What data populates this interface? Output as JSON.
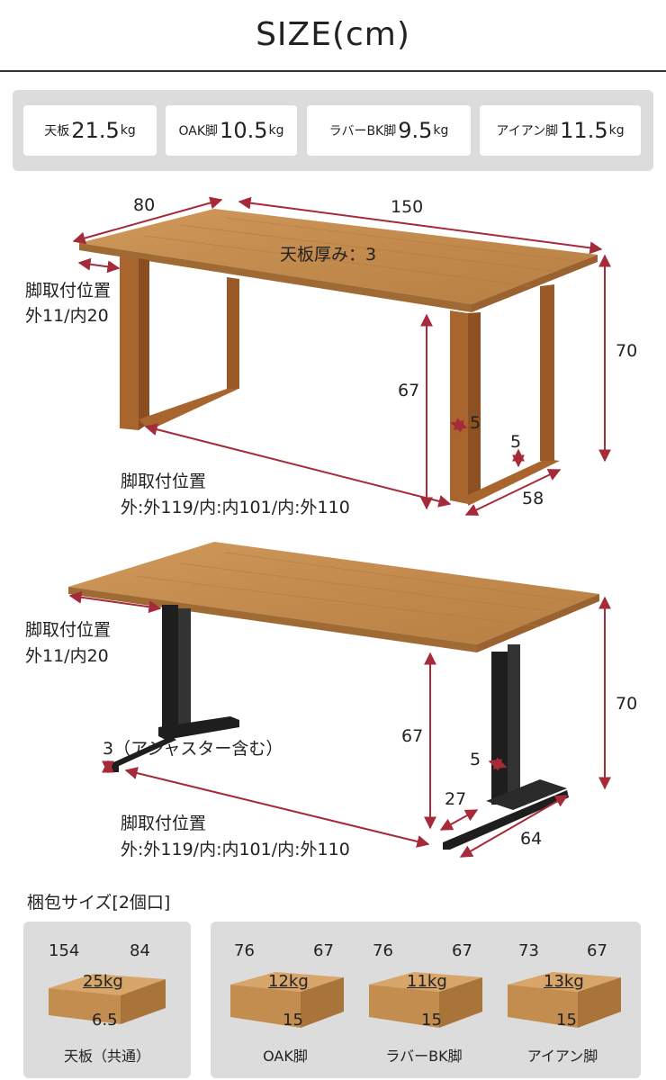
{
  "title": "SIZE(cm)",
  "weights": [
    {
      "label": "天板",
      "value": "21.5",
      "unit": "kg"
    },
    {
      "label": "OAK脚",
      "value": "10.5",
      "unit": "kg"
    },
    {
      "label": "ラバーBK脚",
      "value": "9.5",
      "unit": "kg"
    },
    {
      "label": "アイアン脚",
      "value": "11.5",
      "unit": "kg"
    }
  ],
  "diagram1": {
    "width_depth": "80",
    "width_length": "150",
    "top_thickness": "天板厚み：3",
    "mount_label": "脚取付位置",
    "mount_side": "外11/内20",
    "mount_front_label": "脚取付位置",
    "mount_front": "外:外119/内:内101/内:外110",
    "height_total": "70",
    "height_under": "67",
    "leg_width": "5",
    "leg_foot": "5",
    "leg_depth": "58"
  },
  "diagram2": {
    "mount_label": "脚取付位置",
    "mount_side": "外11/内20",
    "adjuster": "3（アジャスター含む）",
    "mount_front_label": "脚取付位置",
    "mount_front": "外:外119/内:内101/内:外110",
    "height_total": "70",
    "height_under": "67",
    "leg_width": "5",
    "foot_front": "27",
    "leg_depth": "64"
  },
  "packing": {
    "title": "梱包サイズ[2個口]",
    "boxes": [
      {
        "d1": "154",
        "d2": "84",
        "weight": "25kg",
        "h": "6.5",
        "name": "天板（共通）"
      },
      {
        "d1": "76",
        "d2": "67",
        "weight": "12kg",
        "h": "15",
        "name": "OAK脚"
      },
      {
        "d1": "76",
        "d2": "67",
        "weight": "11kg",
        "h": "15",
        "name": "ラバーBK脚"
      },
      {
        "d1": "73",
        "d2": "67",
        "weight": "13kg",
        "h": "15",
        "name": "アイアン脚"
      }
    ]
  },
  "colors": {
    "dimension": "#a52a3a",
    "wood": "#c08848",
    "iron": "#1e1e1e",
    "panel": "#dcdcdc",
    "box": "#c28d4e"
  }
}
